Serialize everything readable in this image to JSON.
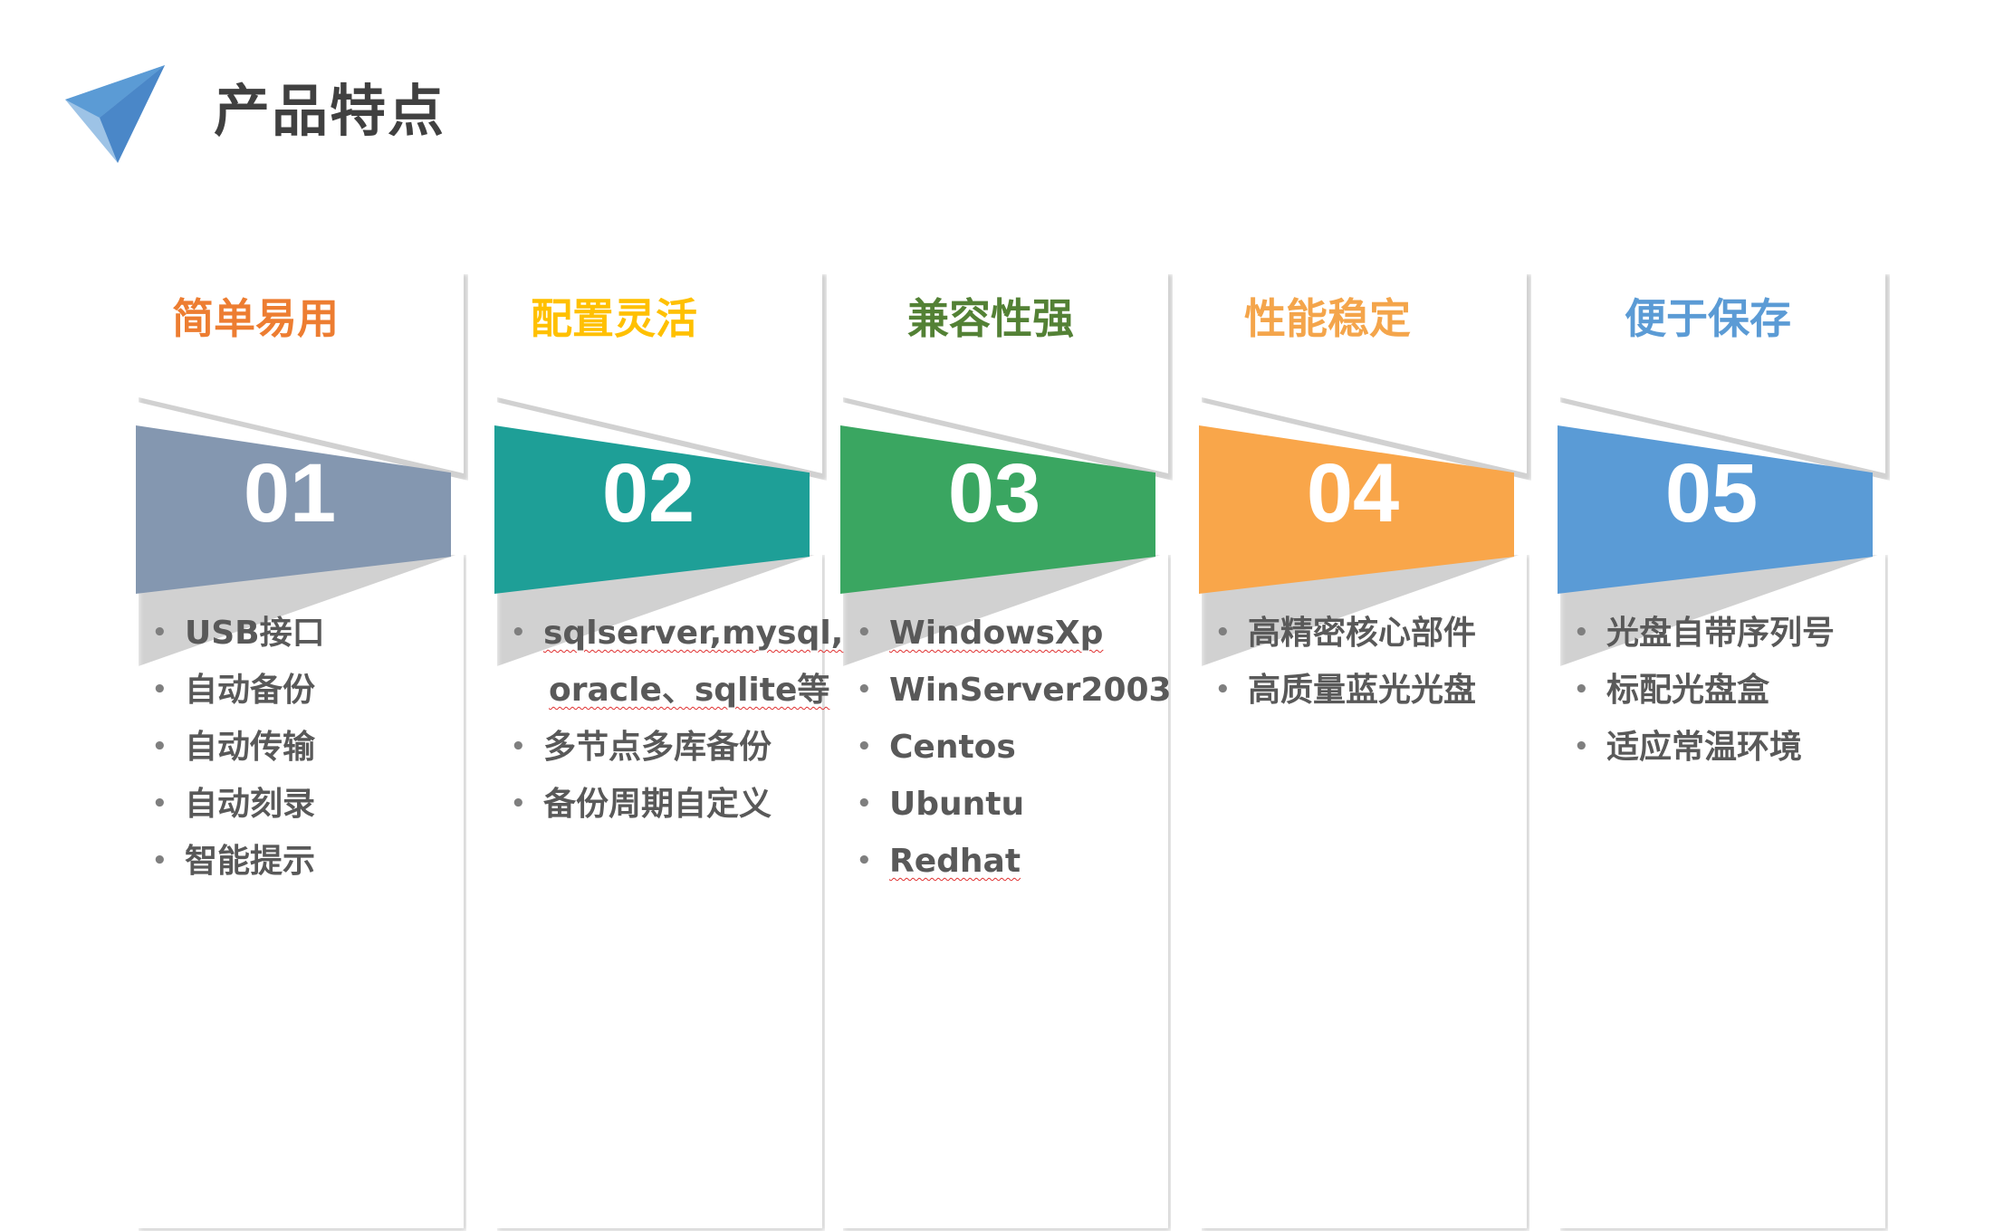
{
  "page": {
    "title": "产品特点"
  },
  "logo": {
    "icon": "paper-plane-icon",
    "colors": [
      "#5b9bd5",
      "#9dc3e6"
    ]
  },
  "cards": [
    {
      "heading": "简单易用",
      "heading_color": "#ed7d31",
      "number": "01",
      "band_color": "#8497b0",
      "items": [
        "USB接口",
        "自动备份",
        "自动传输",
        "自动刻录",
        "智能提示"
      ]
    },
    {
      "heading": "配置灵活",
      "heading_color": "#ffc000",
      "number": "02",
      "band_color": "#1e9f97",
      "items": [
        "sqlserver,mysql,",
        "oracle、sqlite等",
        "多节点多库备份",
        "备份周期自定义"
      ]
    },
    {
      "heading": "兼容性强",
      "heading_color": "#538135",
      "number": "03",
      "band_color": "#3aa661",
      "items": [
        "WindowsXp",
        "WinServer2003",
        "Centos",
        "Ubuntu",
        "Redhat"
      ]
    },
    {
      "heading": "性能稳定",
      "heading_color": "#f4a54b",
      "number": "04",
      "band_color": "#f9a64a",
      "items": [
        "高精密核心部件",
        "高质量蓝光光盘"
      ]
    },
    {
      "heading": "便于保存",
      "heading_color": "#5b9bd5",
      "number": "05",
      "band_color": "#5a9bd6",
      "items": [
        "光盘自带序列号",
        "标配光盘盒",
        "适应常温环境"
      ]
    }
  ],
  "bullet_glyph": "•"
}
